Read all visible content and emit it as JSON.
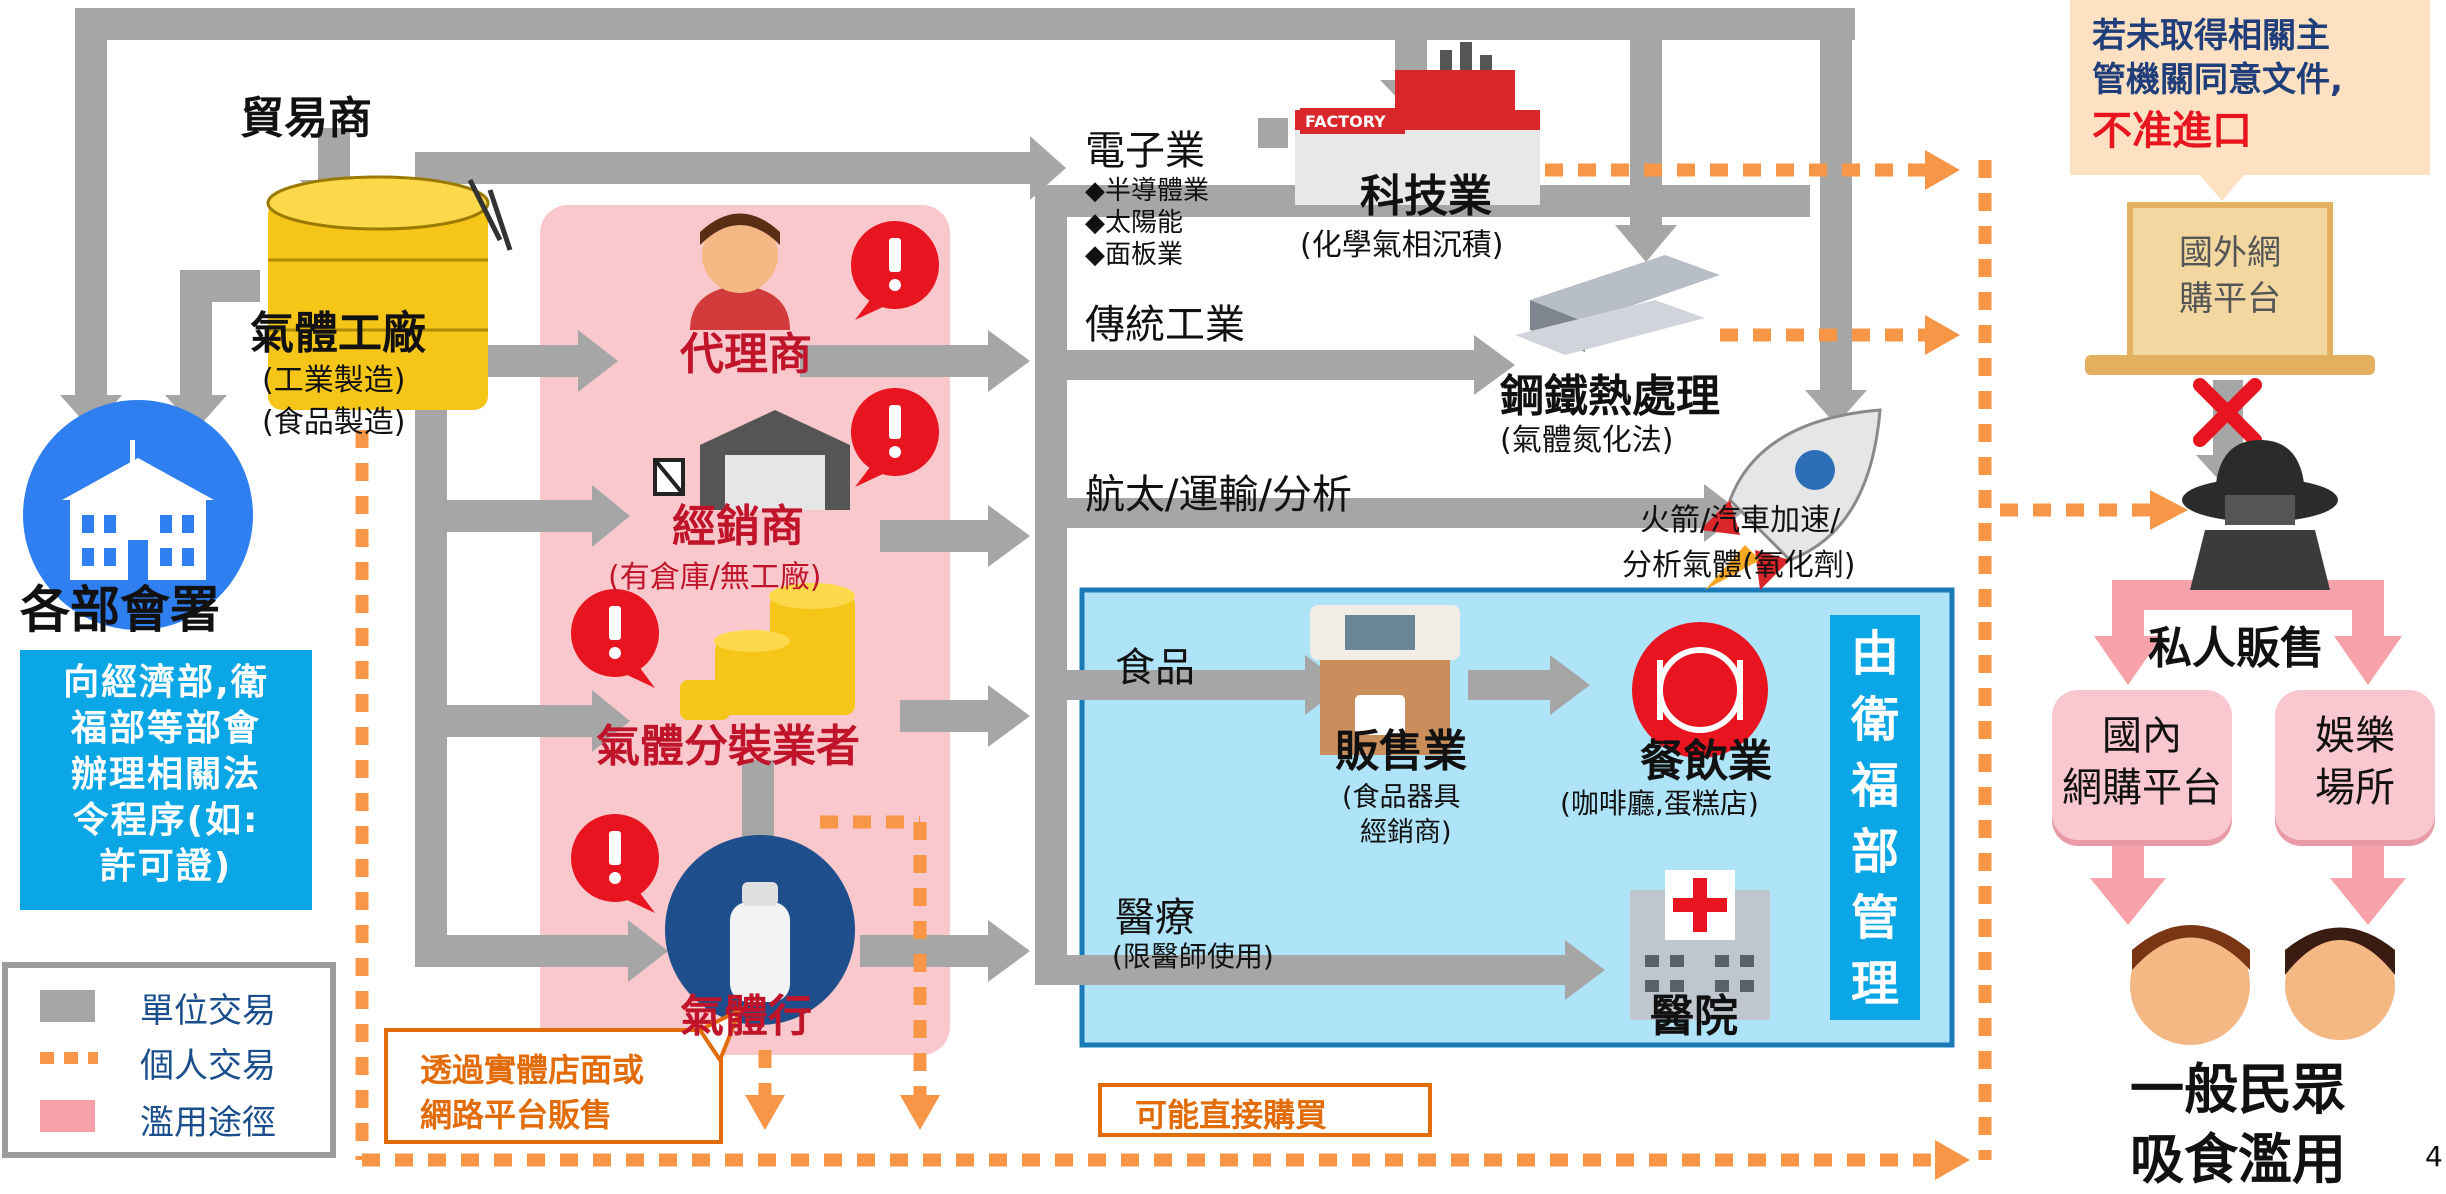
{
  "trader": "貿易商",
  "gas_factory": {
    "title": "氣體工廠",
    "sub1": "(工業製造)",
    "sub2": "(食品製造)"
  },
  "agencies": {
    "title": "各部會署",
    "note_lines": [
      "向經濟部,衛",
      "福部等部會",
      "辦理相關法",
      "令程序(如:",
      "許可證)"
    ]
  },
  "agent": "代理商",
  "distributor": {
    "title": "經銷商",
    "sub": "(有倉庫/無工廠)"
  },
  "repacker": "氣體分裝業者",
  "gas_shop": "氣體行",
  "electronics": {
    "title": "電子業",
    "items": [
      "◆半導體業",
      "◆太陽能",
      "◆面板業"
    ]
  },
  "tech": {
    "title": "科技業",
    "sub": "(化學氣相沉積)"
  },
  "factory_sign": "FACTORY",
  "traditional": "傳統工業",
  "steel": {
    "title": "鋼鐵熱處理",
    "sub": "(氣體氮化法)"
  },
  "aerospace": "航太/運輸/分析",
  "rocket": {
    "line1": "火箭/汽車加速/",
    "line2": "分析氣體(氧化劑)"
  },
  "food": "食品",
  "sales": {
    "title": "販售業",
    "sub1": "(食品器具",
    "sub2": "經銷商)"
  },
  "catering": {
    "title": "餐飲業",
    "sub": "(咖啡廳,蛋糕店)"
  },
  "medical": {
    "title": "醫療",
    "sub": "(限醫師使用)"
  },
  "hospital": "醫院",
  "mohw_managed": [
    "由",
    "衛",
    "福",
    "部",
    "管",
    "理"
  ],
  "legend": {
    "unit": "單位交易",
    "personal": "個人交易",
    "abuse": "濫用途徑"
  },
  "store_callout": [
    "透過實體店面或",
    "網路平台販售"
  ],
  "direct_buy": "可能直接購買",
  "import_note": {
    "line1": "若未取得相關主",
    "line2": "管機關同意文件,",
    "line3": "不准進口"
  },
  "foreign_platform": [
    "國外網",
    "購平台"
  ],
  "private_sale": "私人販售",
  "domestic_platform": [
    "國內",
    "網購平台"
  ],
  "entertainment": [
    "娛樂",
    "場所"
  ],
  "public": {
    "line1": "一般民眾",
    "line2": "吸食濫用"
  },
  "page_number": "4",
  "colors": {
    "unit_flow": "#a6a6a6",
    "personal_flow": "#f79646",
    "abuse_flow": "#f7a1aa",
    "highlight_red": "#c0142b",
    "info_blue": "#0aa6e6",
    "pink_zone": "#f9c8cd"
  }
}
